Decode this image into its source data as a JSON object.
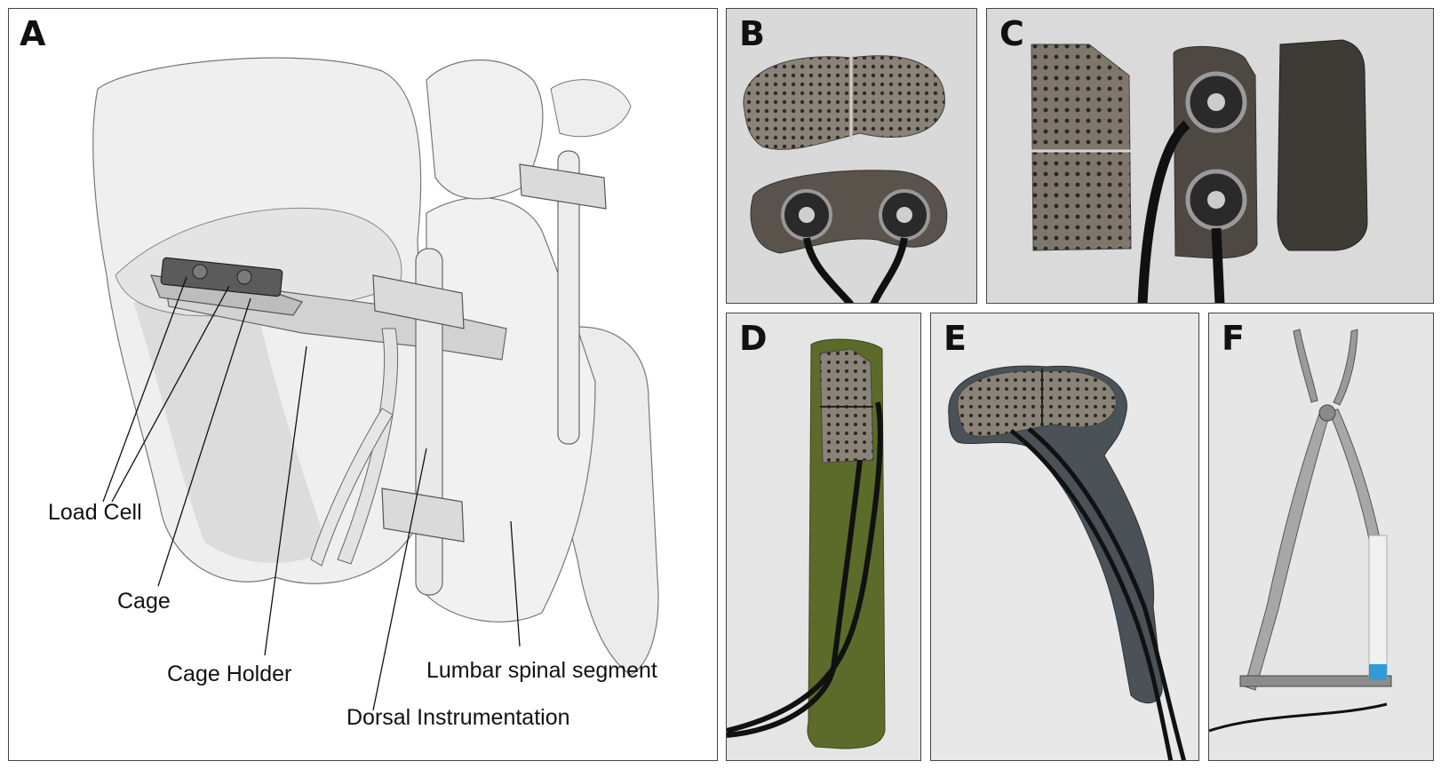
{
  "panels": {
    "A": {
      "label": "A"
    },
    "B": {
      "label": "B"
    },
    "C": {
      "label": "C"
    },
    "D": {
      "label": "D"
    },
    "E": {
      "label": "E"
    },
    "F": {
      "label": "F"
    }
  },
  "annotations": {
    "load_cell": "Load Cell",
    "cage": "Cage",
    "cage_holder": "Cage Holder",
    "lumbar_segment": "Lumbar spinal segment",
    "dorsal_instrumentation": "Dorsal Instrumentation"
  },
  "colors": {
    "bone": "#efefef",
    "bone_shadow": "#d6d6d6",
    "cage_dark": "#555555",
    "titanium": "#8b8378",
    "photo_bg": "#d8d8d8",
    "green_holder": "#5d6b2a",
    "gray_holder": "#4a5258",
    "cable": "#111111"
  }
}
